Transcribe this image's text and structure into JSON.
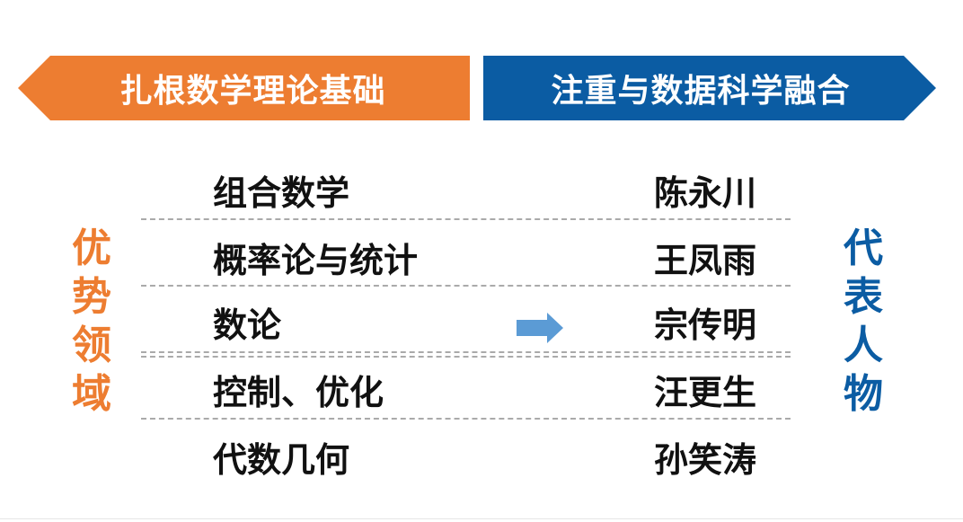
{
  "banners": {
    "left": "扎根数学理论基础",
    "right": "注重与数据科学融合"
  },
  "vertical": {
    "left": "优势领域",
    "right": "代表人物"
  },
  "fields": [
    "组合数学",
    "概率论与统计",
    "数论",
    "控制、优化",
    "代数几何"
  ],
  "people": [
    "陈永川",
    "王凤雨",
    "宗传明",
    "汪更生",
    "孙笑涛"
  ],
  "colors": {
    "orange": "#ED7D31",
    "blue": "#0B5CA3",
    "arrow": "#5B9BD5"
  }
}
